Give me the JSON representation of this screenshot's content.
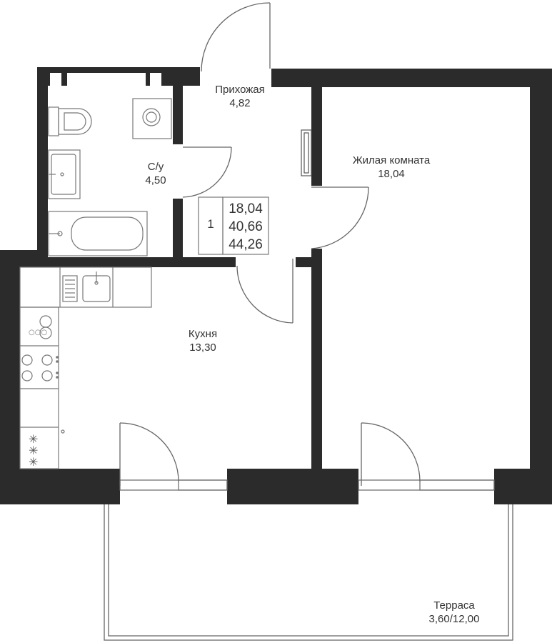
{
  "rooms": {
    "hallway": {
      "name": "Прихожая",
      "area": "4,82"
    },
    "bathroom": {
      "name": "С/у",
      "area": "4,50"
    },
    "living": {
      "name": "Жилая комната",
      "area": "18,04"
    },
    "kitchen": {
      "name": "Кухня",
      "area": "13,30"
    },
    "terrace": {
      "name": "Терраса",
      "area": "3,60/12,00"
    }
  },
  "summary": {
    "rooms_count": "1",
    "living_area": "18,04",
    "total_area": "40,66",
    "total_with_terrace": "44,26"
  },
  "colors": {
    "wall": "#2b2b2b",
    "line": "#777777",
    "text": "#333333"
  }
}
